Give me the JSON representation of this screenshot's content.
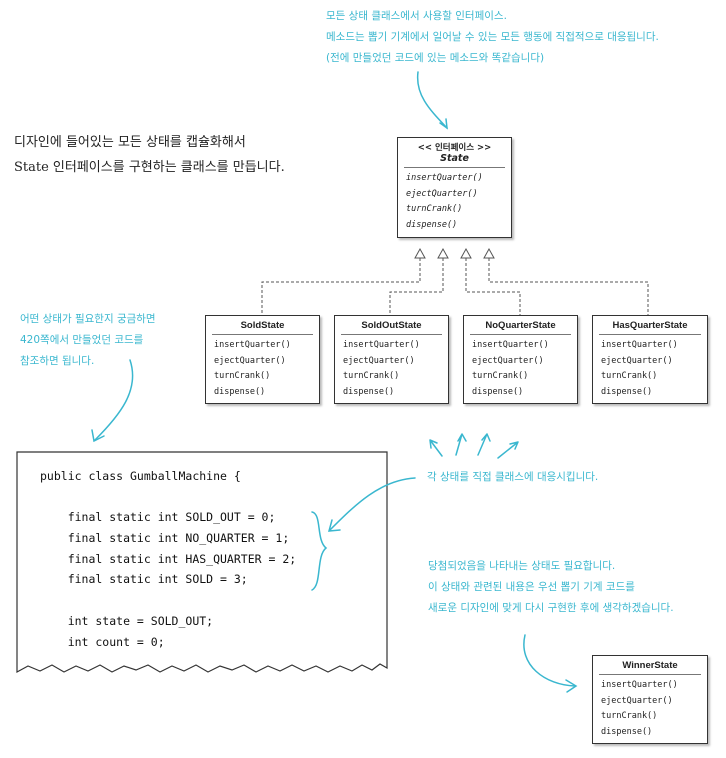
{
  "top_note": [
    "모든 상태 클래스에서 사용할 인터페이스.",
    "메소드는 뽑기 기계에서 일어날 수 있는 모든 행동에 직접적으로 대응됩니다.",
    "(전에 만들었던 코드에 있는 메소드와 똑같습니다)"
  ],
  "intro": [
    "디자인에 들어있는 모든 상태를 캡슐화해서",
    "State 인터페이스를 구현하는 클래스를 만듭니다."
  ],
  "interface": {
    "stereotype": "<< 인터페이스 >>",
    "name": "State",
    "methods": [
      "insertQuarter()",
      "ejectQuarter()",
      "turnCrank()",
      "dispense()"
    ]
  },
  "classes": [
    {
      "name": "SoldState",
      "methods": [
        "insertQuarter()",
        "ejectQuarter()",
        "turnCrank()",
        "dispense()"
      ]
    },
    {
      "name": "SoldOutState",
      "methods": [
        "insertQuarter()",
        "ejectQuarter()",
        "turnCrank()",
        "dispense()"
      ]
    },
    {
      "name": "NoQuarterState",
      "methods": [
        "insertQuarter()",
        "ejectQuarter()",
        "turnCrank()",
        "dispense()"
      ]
    },
    {
      "name": "HasQuarterState",
      "methods": [
        "insertQuarter()",
        "ejectQuarter()",
        "turnCrank()",
        "dispense()"
      ]
    }
  ],
  "left_note": [
    "어떤 상태가 필요한지 궁금하면",
    "420쪽에서 만들었던 코드를",
    "참조하면 됩니다."
  ],
  "code": [
    "public class GumballMachine {",
    "",
    "    final static int SOLD_OUT = 0;",
    "    final static int NO_QUARTER = 1;",
    "    final static int HAS_QUARTER = 2;",
    "    final static int SOLD = 3;",
    "",
    "    int state = SOLD_OUT;",
    "    int count = 0;"
  ],
  "map_note": "각 상태를 직접 클래스에 대응시킵니다.",
  "winner_note": [
    "당첨되었음을 나타내는 상태도 필요합니다.",
    "이 상태와 관련된 내용은 우선 뽑기 기계 코드를",
    "새로운 디자인에 맞게 다시 구현한 후에 생각하겠습니다."
  ],
  "winner": {
    "name": "WinnerState",
    "methods": [
      "insertQuarter()",
      "ejectQuarter()",
      "turnCrank()",
      "dispense()"
    ]
  }
}
